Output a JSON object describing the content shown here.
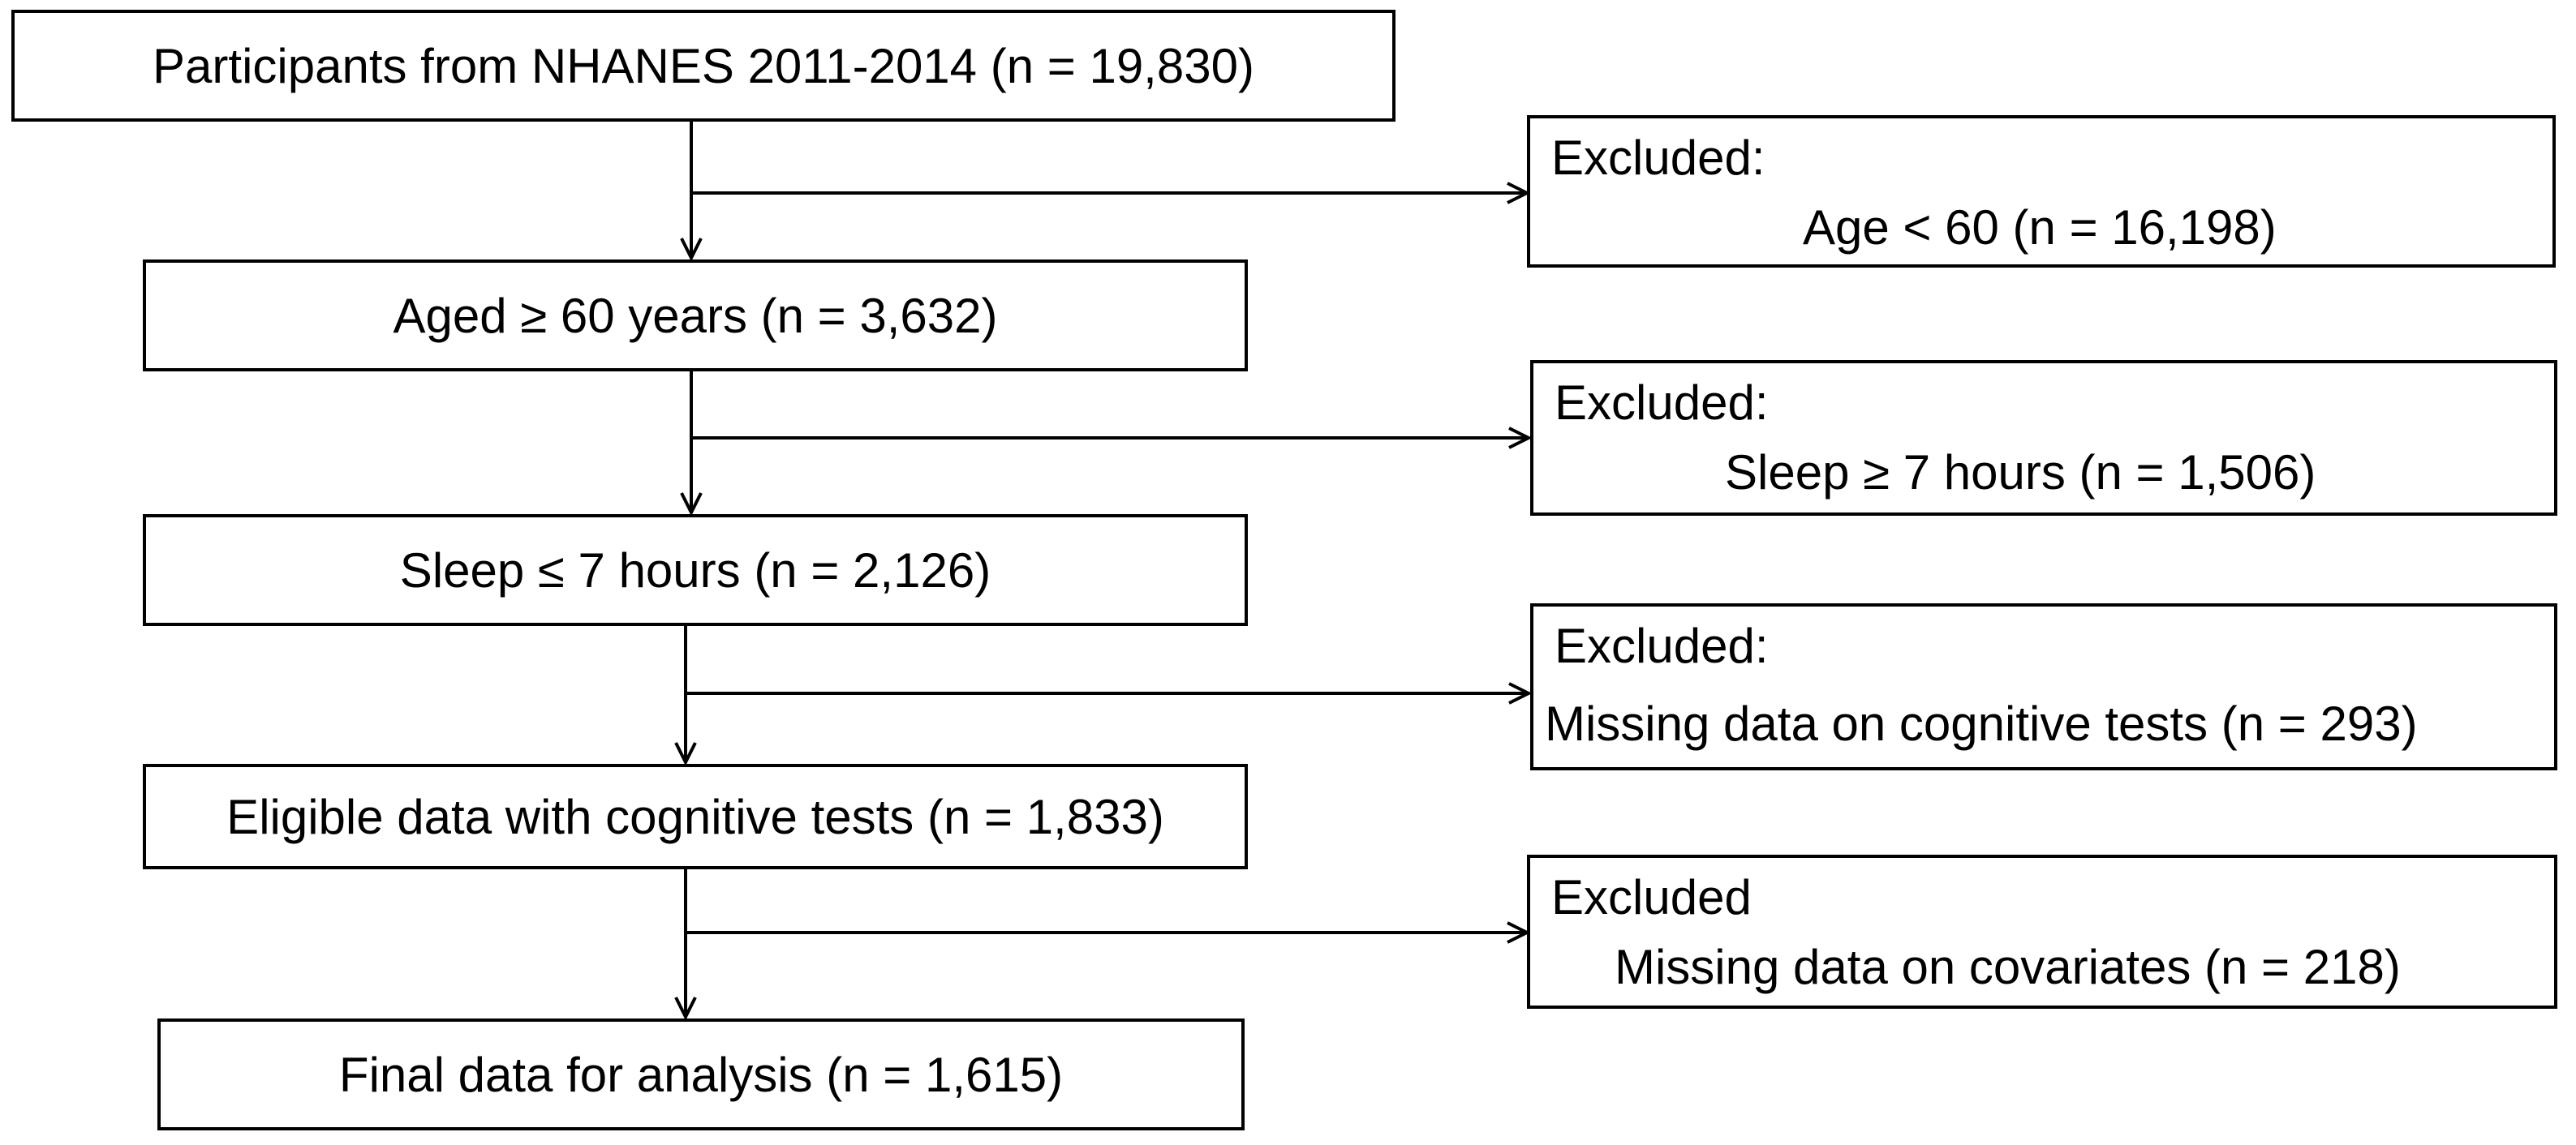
{
  "flowchart": {
    "steps": [
      "Participants from NHANES 2011-2014 (n = 19,830)",
      "Aged ≥ 60 years (n = 3,632)",
      "Sleep ≤ 7 hours (n = 2,126)",
      "Eligible data with cognitive tests (n = 1,833)",
      "Final data for analysis (n = 1,615)"
    ],
    "exclusions": [
      {
        "title": "Excluded:",
        "reason": "Age < 60 (n = 16,198)"
      },
      {
        "title": "Excluded:",
        "reason": "Sleep ≥ 7 hours (n = 1,506)"
      },
      {
        "title": "Excluded:",
        "reason": "Missing data on cognitive tests (n = 293)"
      },
      {
        "title": "Excluded",
        "reason": "Missing data on covariates (n = 218)"
      }
    ]
  }
}
